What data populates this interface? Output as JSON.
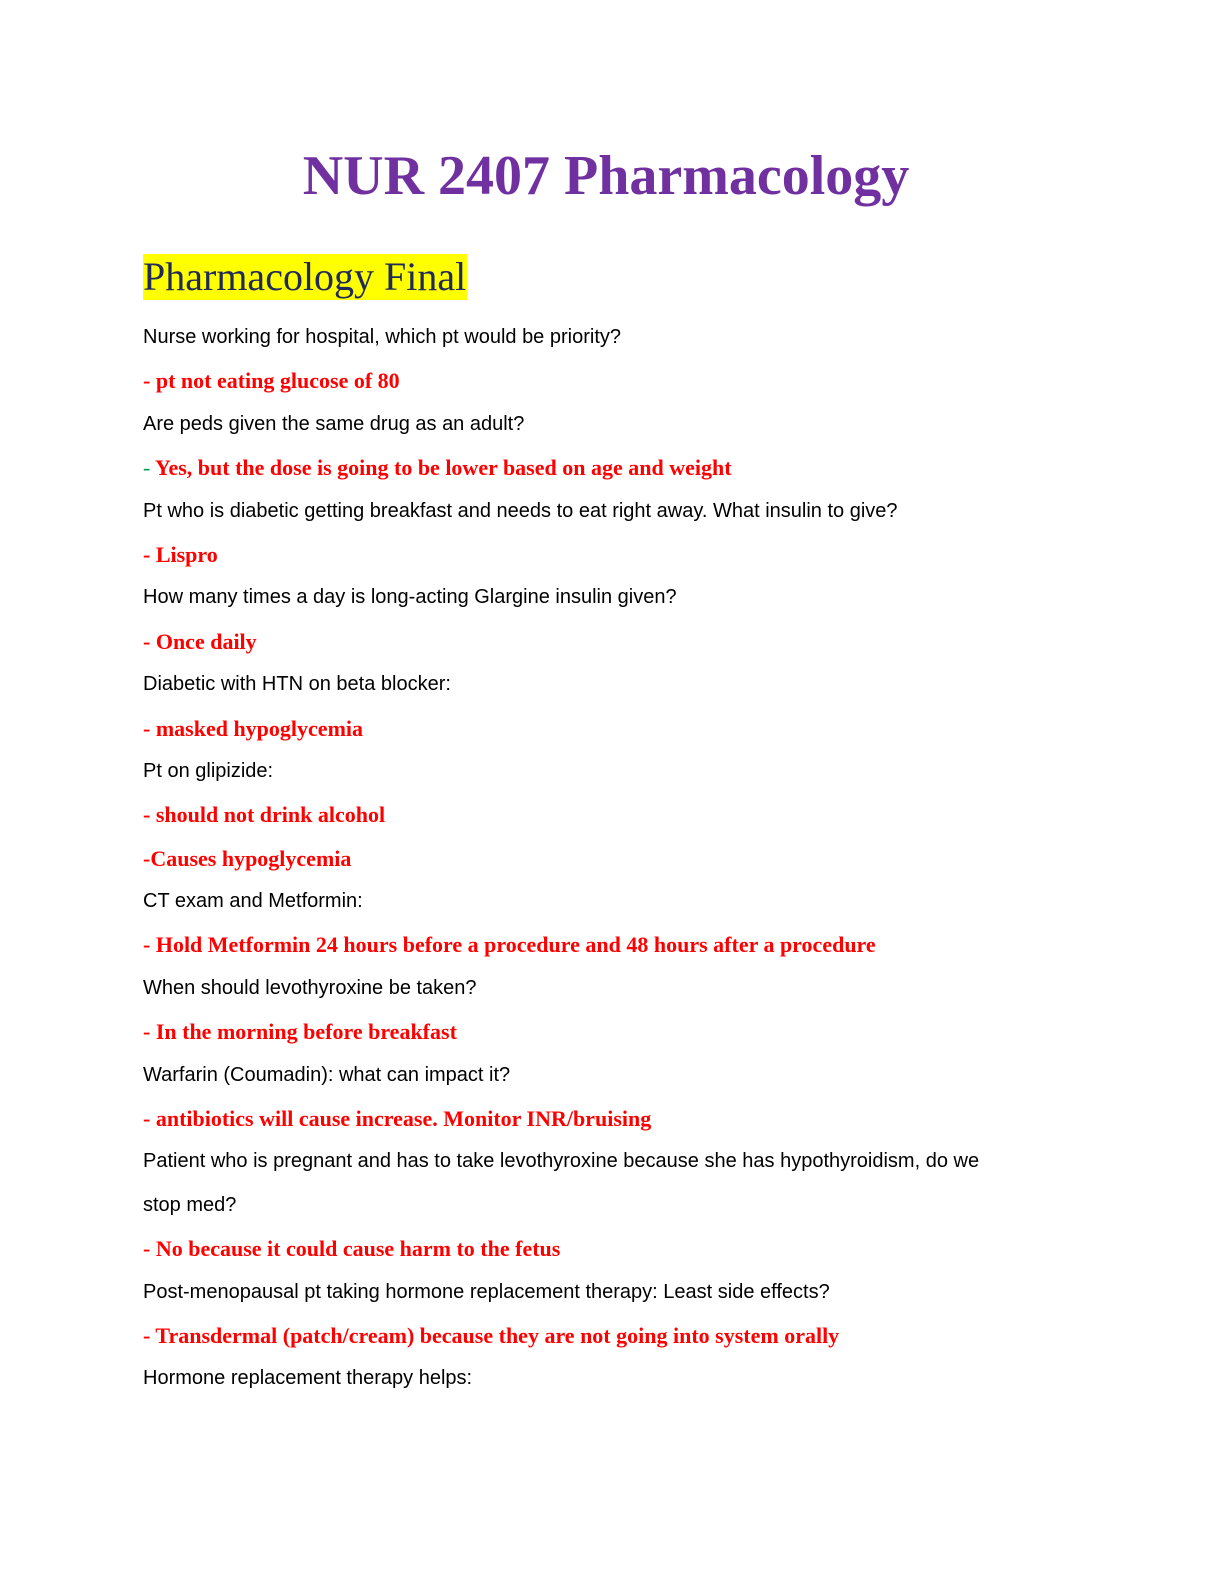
{
  "title": "NUR 2407 Pharmacology",
  "heading": "Pharmacology Final",
  "lines": [
    {
      "type": "q",
      "text": "Nurse working for hospital, which pt would be priority?"
    },
    {
      "type": "a",
      "prefix": "-",
      "text": " pt not eating glucose of 80"
    },
    {
      "type": "q",
      "text": "Are peds given the same drug as an adult?"
    },
    {
      "type": "a",
      "prefix": "-",
      "prefix_color": "green",
      "text": " Yes, but the dose is going to be lower based on age and weight"
    },
    {
      "type": "q",
      "text": "Pt who is diabetic getting breakfast and needs to eat right away. What insulin to give?"
    },
    {
      "type": "a",
      "prefix": "-",
      "text": " Lispro"
    },
    {
      "type": "q",
      "text": "How many times a day is long-acting Glargine insulin given?"
    },
    {
      "type": "a",
      "prefix": "-",
      "text": " Once daily"
    },
    {
      "type": "q",
      "text": "Diabetic with HTN on beta blocker:"
    },
    {
      "type": "a",
      "prefix": "-",
      "text": " masked hypoglycemia"
    },
    {
      "type": "q",
      "text": "Pt on glipizide:"
    },
    {
      "type": "a",
      "prefix": "-",
      "text": " should not drink alcohol"
    },
    {
      "type": "a",
      "prefix": "-",
      "text": "Causes hypoglycemia"
    },
    {
      "type": "q",
      "text": "CT exam and Metformin:"
    },
    {
      "type": "a",
      "prefix": "-",
      "text": " Hold Metformin 24 hours before a procedure and 48 hours after a procedure"
    },
    {
      "type": "q",
      "text": "When should levothyroxine be taken?"
    },
    {
      "type": "a",
      "prefix": "-",
      "text": " In the morning before breakfast"
    },
    {
      "type": "q",
      "text": "Warfarin (Coumadin): what can impact it?"
    },
    {
      "type": "a",
      "prefix": "-",
      "text": " antibiotics will cause increase. Monitor INR/bruising"
    },
    {
      "type": "q",
      "text": "Patient who is pregnant and has to take levothyroxine because she has hypothyroidism, do we"
    },
    {
      "type": "q",
      "text": "stop med?"
    },
    {
      "type": "a",
      "prefix": "-",
      "text": " No because it could cause harm to the fetus"
    },
    {
      "type": "q",
      "text": "Post-menopausal pt taking hormone replacement therapy: Least side effects?"
    },
    {
      "type": "a",
      "prefix": "-",
      "text": " Transdermal (patch/cream) because they are not going into system orally"
    },
    {
      "type": "q",
      "text": "Hormone replacement therapy helps:"
    }
  ]
}
